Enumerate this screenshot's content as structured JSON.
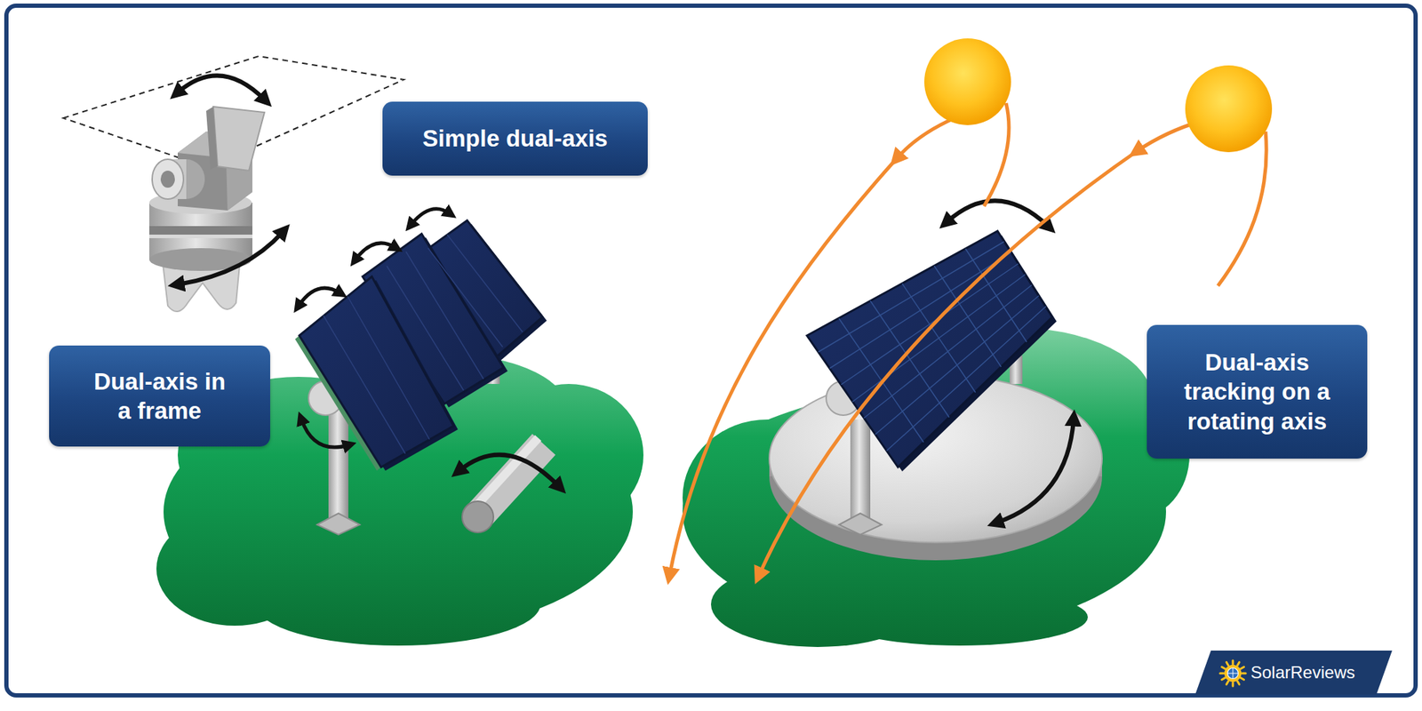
{
  "diagram": {
    "nodes": [
      {
        "text": [
          "Simple dual-axis"
        ]
      },
      {
        "text": [
          "Dual-axis in a frame"
        ]
      },
      {
        "text": [
          "Dual-axis tracking on a rotating axis"
        ]
      },
      {
        "text": [
          "SolarReviews"
        ]
      }
    ]
  }
}
